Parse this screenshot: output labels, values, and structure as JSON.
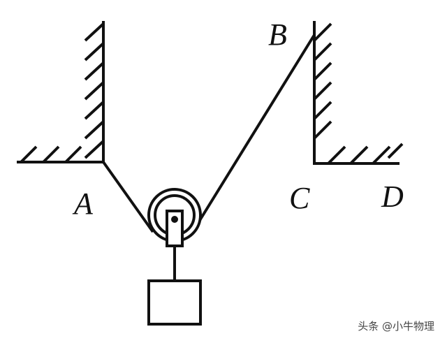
{
  "points": {
    "A": "A",
    "B": "B",
    "C": "C",
    "D": "D"
  },
  "watermark": "头条 @小牛物理",
  "colors": {
    "ink": "#111111",
    "background": "#ffffff"
  }
}
